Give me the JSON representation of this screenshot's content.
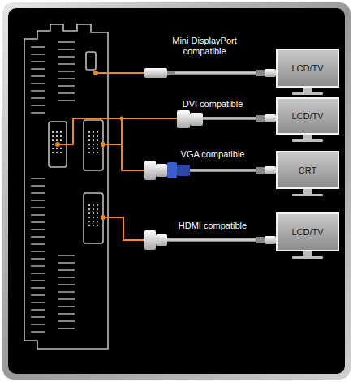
{
  "diagram": {
    "nodes": [
      {
        "text": [
          "LCD/TV"
        ]
      },
      {
        "text": [
          "LCD/TV"
        ]
      },
      {
        "text": [
          "CRT"
        ]
      },
      {
        "text": [
          "LCD/TV"
        ]
      }
    ],
    "labels": [
      "Mini DisplayPort compatible",
      "DVI compatible",
      "VGA compatible",
      "HDMI compatible"
    ]
  }
}
